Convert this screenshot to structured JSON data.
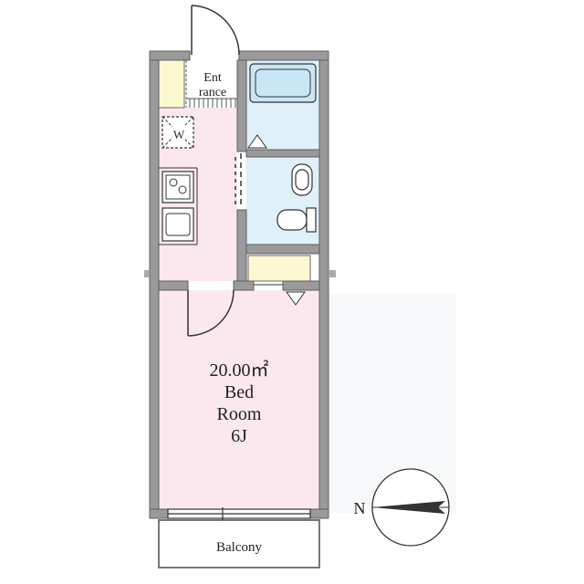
{
  "rooms": {
    "entrance": {
      "line1": "Ent",
      "line2": "rance"
    },
    "washer": {
      "label": "W"
    },
    "bedroom": {
      "area": "20.00㎡",
      "name_line1": "Bed",
      "name_line2": "Room",
      "size": "6J"
    },
    "balcony": {
      "label": "Balcony"
    }
  },
  "compass": {
    "north_label": "N"
  },
  "colors": {
    "wall": "#9a9a9a",
    "wall_dark": "#7f7f7f",
    "kitchen_floor": "#fbe8ef",
    "bedroom_floor": "#fbe8ef",
    "bath_floor": "#dff0f8",
    "storage": "#fbf8d2",
    "entrance_floor": "#ffffff"
  }
}
